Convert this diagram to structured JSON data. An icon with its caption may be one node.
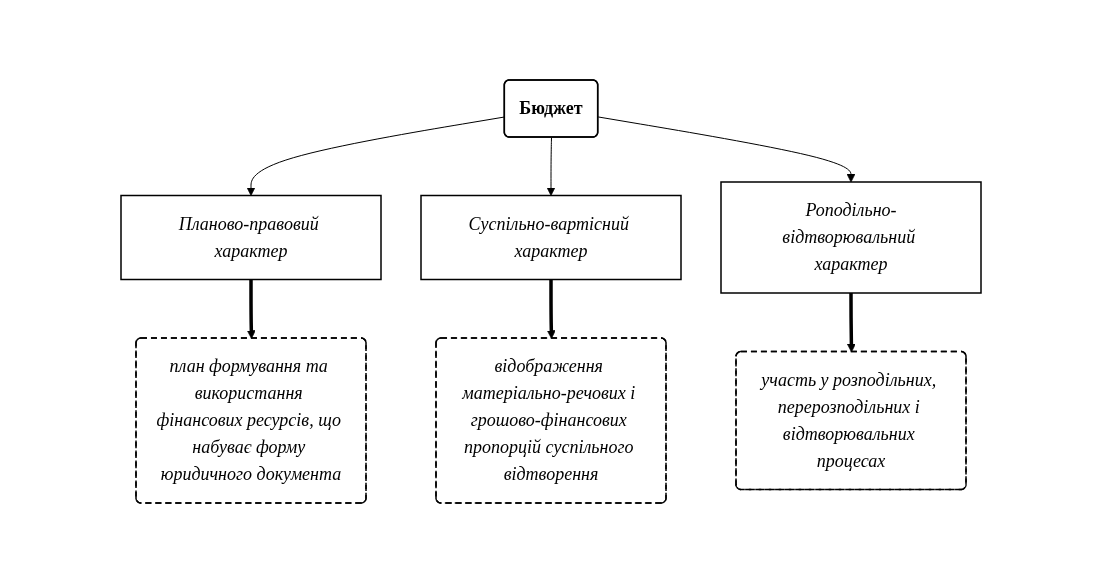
{
  "diagram": {
    "nodes": [
      {
        "text": [
          "Бюджет"
        ]
      },
      {
        "text": [
          "Планово-правовий характер"
        ]
      },
      {
        "text": [
          "Суспільно-вартісний характер"
        ]
      },
      {
        "text": [
          "Роподільно-відтворювальний характер"
        ]
      },
      {
        "text": [
          "план формування та використання фінансових ресурсів, що набуває форму юридичного документа"
        ]
      },
      {
        "text": [
          "відображення матеріально-речових і грошово-фінансових пропорцій суспільного відтворення"
        ]
      },
      {
        "text": [
          "участь у розподільних, перерозподільних і відтворювальних процесах"
        ]
      }
    ],
    "edges": [
      {
        "from": 0,
        "to": 1,
        "arrow": "to"
      },
      {
        "from": 0,
        "to": 2,
        "arrow": "to"
      },
      {
        "from": 0,
        "to": 3,
        "arrow": "to"
      },
      {
        "from": 1,
        "to": 4,
        "arrow": "to",
        "style": "thick"
      },
      {
        "from": 2,
        "to": 5,
        "arrow": "to",
        "style": "thick"
      },
      {
        "from": 3,
        "to": 6,
        "arrow": "to",
        "style": "thick"
      }
    ]
  }
}
